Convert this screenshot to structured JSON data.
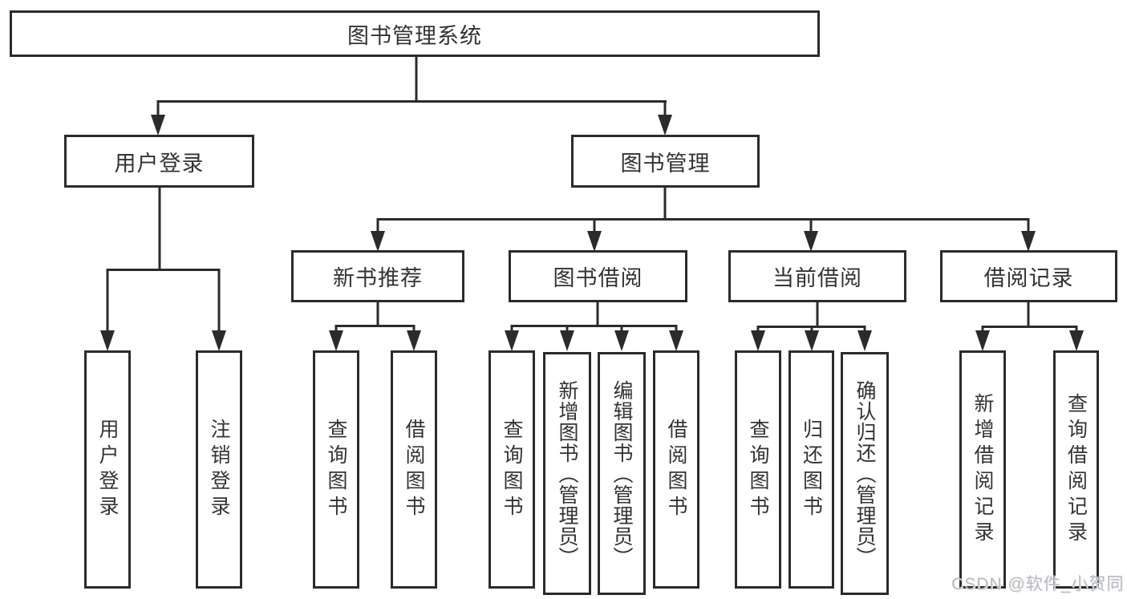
{
  "diagram": {
    "root": {
      "label": "图书管理系统",
      "children": [
        {
          "label": "用户登录",
          "children": [
            {
              "label": "用户登录"
            },
            {
              "label": "注销登录"
            }
          ]
        },
        {
          "label": "图书管理",
          "children": [
            {
              "label": "新书推荐",
              "children": [
                {
                  "label": "查询图书"
                },
                {
                  "label": "借阅图书"
                }
              ]
            },
            {
              "label": "图书借阅",
              "children": [
                {
                  "label": "查询图书"
                },
                {
                  "label": "新增图书（管理员）"
                },
                {
                  "label": "编辑图书（管理员）"
                },
                {
                  "label": "借阅图书"
                }
              ]
            },
            {
              "label": "当前借阅",
              "children": [
                {
                  "label": "查询图书"
                },
                {
                  "label": "归还图书"
                },
                {
                  "label": "确认归还（管理员）"
                }
              ]
            },
            {
              "label": "借阅记录",
              "children": [
                {
                  "label": "新增借阅记录"
                },
                {
                  "label": "查询借阅记录"
                }
              ]
            }
          ]
        }
      ]
    },
    "colors": {
      "line": "#2b2b2b",
      "box_border": "#2b2b2b",
      "text": "#333333",
      "background": "#ffffff",
      "watermark": "#b9bdc1"
    }
  },
  "watermark": {
    "text": "CSDN @软件_小贺同学"
  }
}
